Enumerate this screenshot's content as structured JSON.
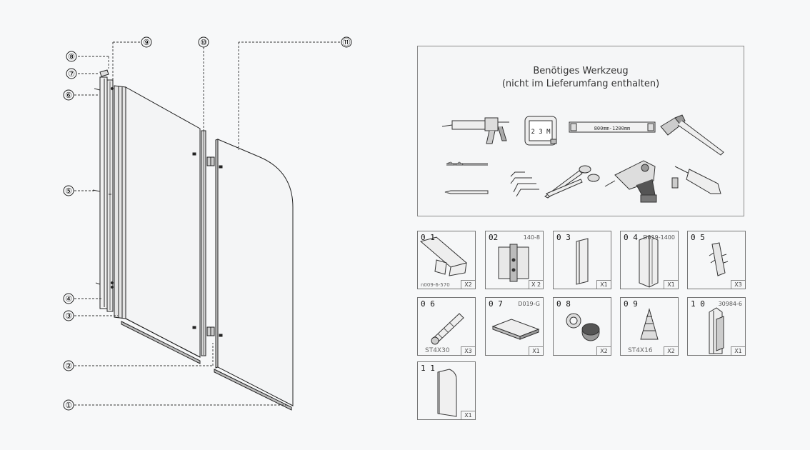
{
  "callouts": [
    "①",
    "②",
    "③",
    "④",
    "⑤",
    "⑥",
    "⑦",
    "⑧",
    "⑨",
    "⑩",
    "⑪"
  ],
  "tools": {
    "title": "Benötiges Werkzeug",
    "subtitle": "(nicht im Lieferumfang enthalten)",
    "items": [
      "silicone-gun",
      "tape-measure",
      "spirit-level",
      "hammer",
      "drill-bit",
      "pencil",
      "hex-keys",
      "scissors",
      "cordless-drill",
      "screwdriver"
    ],
    "tape_display": "2 3 M",
    "level_label": "800mm-1200mm"
  },
  "parts": [
    {
      "num": "0 1",
      "code": "",
      "bottom_code": "n009-6-570",
      "qty": "X2"
    },
    {
      "num": "02",
      "code": "140-8",
      "bottom_code": "",
      "qty": "X 2"
    },
    {
      "num": "0 3",
      "code": "",
      "bottom_code": "",
      "qty": "X1"
    },
    {
      "num": "0 4",
      "code": "D019-1400",
      "bottom_code": "",
      "qty": "X1"
    },
    {
      "num": "0 5",
      "code": "",
      "bottom_code": "",
      "qty": "X3"
    },
    {
      "num": "0 6",
      "code": "",
      "bottom_code": "ST4X30",
      "qty": "X3"
    },
    {
      "num": "0 7",
      "code": "D019-G",
      "bottom_code": "",
      "qty": "X1"
    },
    {
      "num": "0 8",
      "code": "",
      "bottom_code": "",
      "qty": "X2"
    },
    {
      "num": "0 9",
      "code": "",
      "bottom_code": "ST4X16",
      "qty": "X2"
    },
    {
      "num": "1 0",
      "code": "30984-6",
      "bottom_code": "",
      "qty": "X1"
    },
    {
      "num": "1 1",
      "code": "",
      "bottom_code": "",
      "qty": "X1"
    }
  ]
}
